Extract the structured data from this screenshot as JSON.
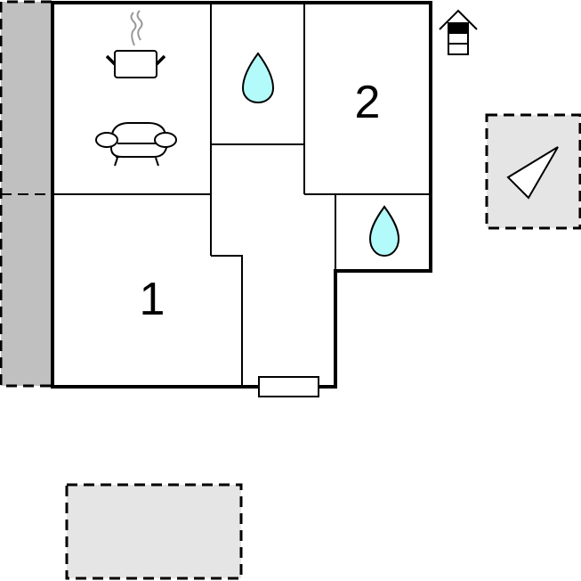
{
  "floorplan": {
    "rooms": [
      {
        "id": "living-kitchen",
        "label": "",
        "icons": [
          "cooking-pot-icon",
          "sofa-icon"
        ]
      },
      {
        "id": "bathroom-1",
        "label": "",
        "icons": [
          "water-drop-icon"
        ]
      },
      {
        "id": "bedroom-2",
        "label": "2",
        "icons": []
      },
      {
        "id": "bathroom-2",
        "label": "",
        "icons": [
          "water-drop-icon"
        ]
      },
      {
        "id": "bedroom-1",
        "label": "1",
        "icons": []
      },
      {
        "id": "hallway",
        "label": "",
        "icons": []
      }
    ],
    "room_labels": {
      "bedroom_1": "1",
      "bedroom_2": "2"
    },
    "outdoor_areas": [
      {
        "id": "terrace-left",
        "fill": "#c0c0c0",
        "border": "dashed"
      },
      {
        "id": "parking-area",
        "fill": "#e5e5e5",
        "border": "dashed"
      },
      {
        "id": "sun-area",
        "fill": "#e5e5e5",
        "border": "dashed",
        "icon": "sun-direction-icon"
      }
    ],
    "symbols": [
      "floor-level-icon",
      "entrance-door"
    ],
    "colors": {
      "wall": "#000000",
      "water": "#b3fafa",
      "terrace": "#c0c0c0",
      "outdoor": "#e5e5e5",
      "steam": "#999999"
    }
  }
}
